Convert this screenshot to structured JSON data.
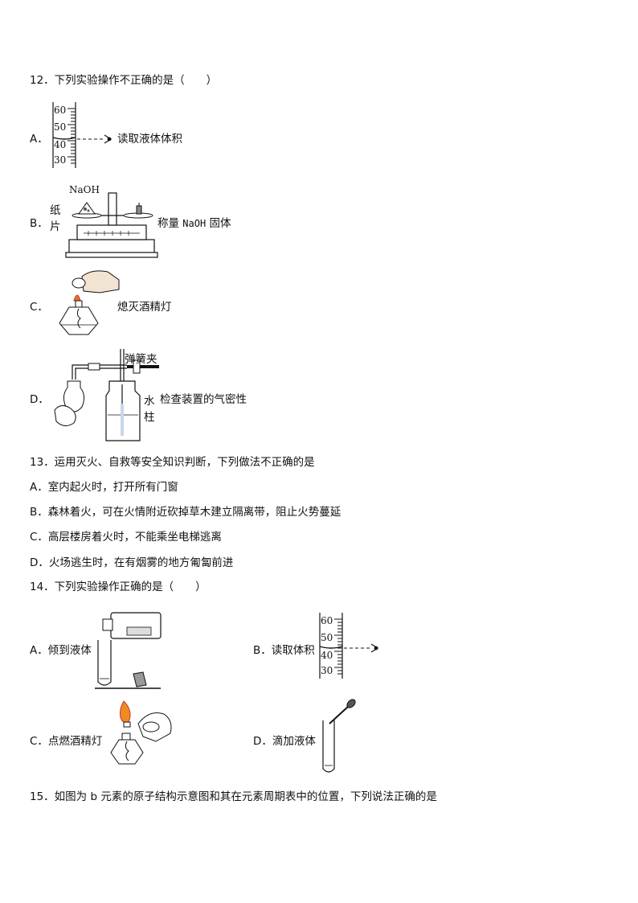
{
  "q12": {
    "stem": "12．下列实验操作不正确的是（　　）",
    "options": {
      "A": {
        "letter": "A．",
        "caption": "读取液体体积",
        "ticks": [
          "60",
          "50",
          "40",
          "30"
        ]
      },
      "B": {
        "letter": "B．",
        "caption_pre": "称量 ",
        "caption_code": "NaOH",
        "caption_post": " 固体",
        "label_top": "NaOH",
        "label_side_1": "纸",
        "label_side_2": "片"
      },
      "C": {
        "letter": "C．",
        "caption": "熄灭酒精灯"
      },
      "D": {
        "letter": "D．",
        "caption": "检查装置的气密性",
        "label_clip": "弹簧夹",
        "label_water_1": "水",
        "label_water_2": "柱"
      }
    }
  },
  "q13": {
    "stem": "13．运用灭火、自救等安全知识判断，下列做法不正确的是",
    "options": [
      "A．室内起火时，打开所有门窗",
      "B．森林着火，可在火情附近砍掉草木建立隔离带，阻止火势蔓延",
      "C．高层楼房着火时，不能乘坐电梯逃离",
      "D．火场逃生时，在有烟雾的地方匍匐前进"
    ]
  },
  "q14": {
    "stem": "14．下列实验操作正确的是（　　）",
    "options": {
      "A": {
        "text": "A．倾到液体"
      },
      "B": {
        "text": "B．读取体积",
        "ticks": [
          "60",
          "50",
          "40",
          "30"
        ]
      },
      "C": {
        "text": "C．点燃酒精灯"
      },
      "D": {
        "text": "D．滴加液体"
      }
    }
  },
  "q15": {
    "stem": "15．如图为 b 元素的原子结构示意图和其在元素周期表中的位置，下列说法正确的是"
  }
}
